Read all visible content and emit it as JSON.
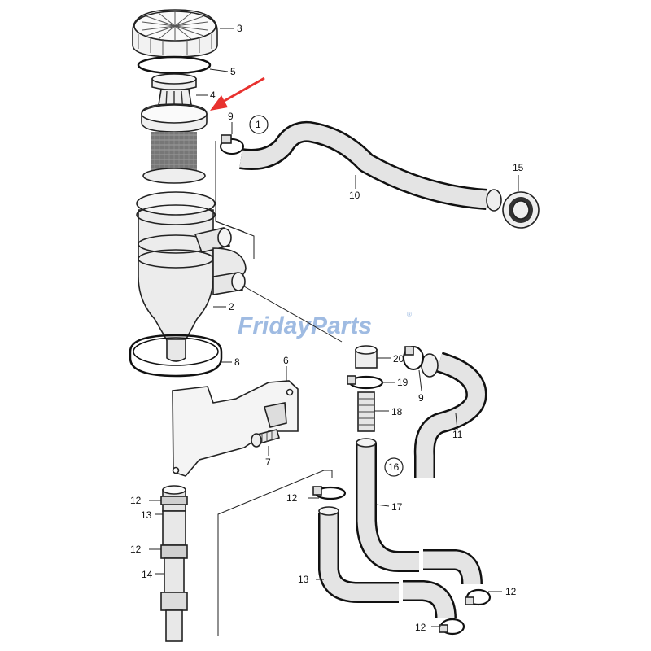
{
  "watermark": {
    "text": "FridayParts",
    "trademark": "®",
    "color": "#8fb0dd"
  },
  "arrow": {
    "color": "#e8322f"
  },
  "callouts": [
    {
      "id": "c3",
      "text": "3"
    },
    {
      "id": "c5",
      "text": "5"
    },
    {
      "id": "c4",
      "text": "4"
    },
    {
      "id": "c9a",
      "text": "9"
    },
    {
      "id": "c1",
      "text": "1",
      "circled": true
    },
    {
      "id": "c10",
      "text": "10"
    },
    {
      "id": "c15",
      "text": "15"
    },
    {
      "id": "c2",
      "text": "2"
    },
    {
      "id": "c8",
      "text": "8"
    },
    {
      "id": "c6",
      "text": "6"
    },
    {
      "id": "c7",
      "text": "7"
    },
    {
      "id": "c20",
      "text": "20"
    },
    {
      "id": "c19",
      "text": "19"
    },
    {
      "id": "c9b",
      "text": "9"
    },
    {
      "id": "c18",
      "text": "18"
    },
    {
      "id": "c11",
      "text": "11"
    },
    {
      "id": "c16",
      "text": "16",
      "circled": true
    },
    {
      "id": "c17",
      "text": "17"
    },
    {
      "id": "c12a",
      "text": "12"
    },
    {
      "id": "c13a",
      "text": "13"
    },
    {
      "id": "c12b",
      "text": "12"
    },
    {
      "id": "c14",
      "text": "14"
    },
    {
      "id": "c12c",
      "text": "12"
    },
    {
      "id": "c13b",
      "text": "13"
    },
    {
      "id": "c12d",
      "text": "12"
    },
    {
      "id": "c12e",
      "text": "12"
    }
  ]
}
